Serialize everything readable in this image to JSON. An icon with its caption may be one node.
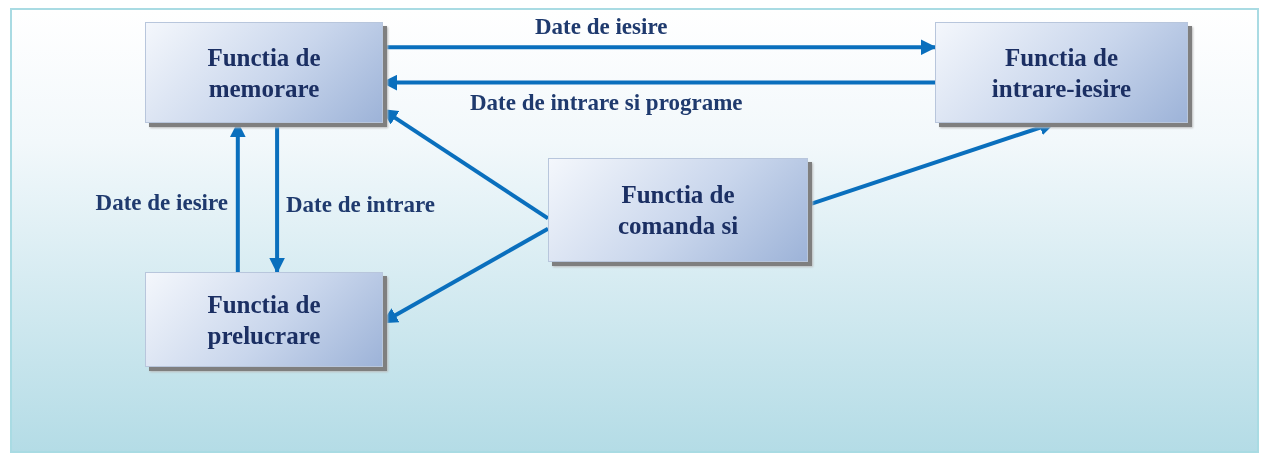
{
  "diagram": {
    "nodes": [
      {
        "text": [
          "Functia de memorare"
        ]
      },
      {
        "text": [
          "Functia de intrare-iesire"
        ]
      },
      {
        "text": [
          "Functia de comanda si"
        ]
      },
      {
        "text": [
          "Functia de prelucrare"
        ]
      }
    ],
    "edges": [
      {
        "from": 0,
        "to": 1,
        "arrow": "to",
        "label": "Date de iesire"
      },
      {
        "from": 1,
        "to": 0,
        "arrow": "to",
        "label": "Date de intrare si programe"
      },
      {
        "from": 3,
        "to": 0,
        "arrow": "to",
        "label": "Date de iesire"
      },
      {
        "from": 0,
        "to": 3,
        "arrow": "to",
        "label": "Date de intrare"
      },
      {
        "from": 2,
        "to": 0,
        "arrow": "to"
      },
      {
        "from": 2,
        "to": 3,
        "arrow": "to"
      },
      {
        "from": 2,
        "to": 1,
        "arrow": "to"
      }
    ]
  }
}
